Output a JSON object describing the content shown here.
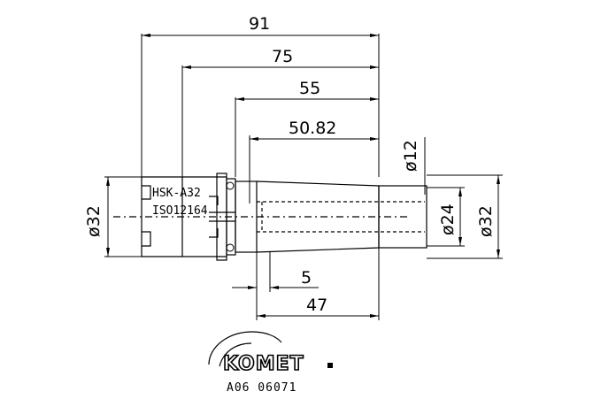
{
  "dimensions": {
    "d91": "91",
    "d75": "75",
    "d55": "55",
    "d5082": "50.82",
    "d5": "5",
    "d47": "47",
    "dia12": "ø12",
    "dia24": "ø24",
    "dia32_right": "ø32",
    "dia32_left": "ø32"
  },
  "labels": {
    "hsk": "HSK-A32",
    "iso": "ISO12164",
    "drawing_code": "A06 06071"
  },
  "logo": {
    "text": "KOMET"
  }
}
